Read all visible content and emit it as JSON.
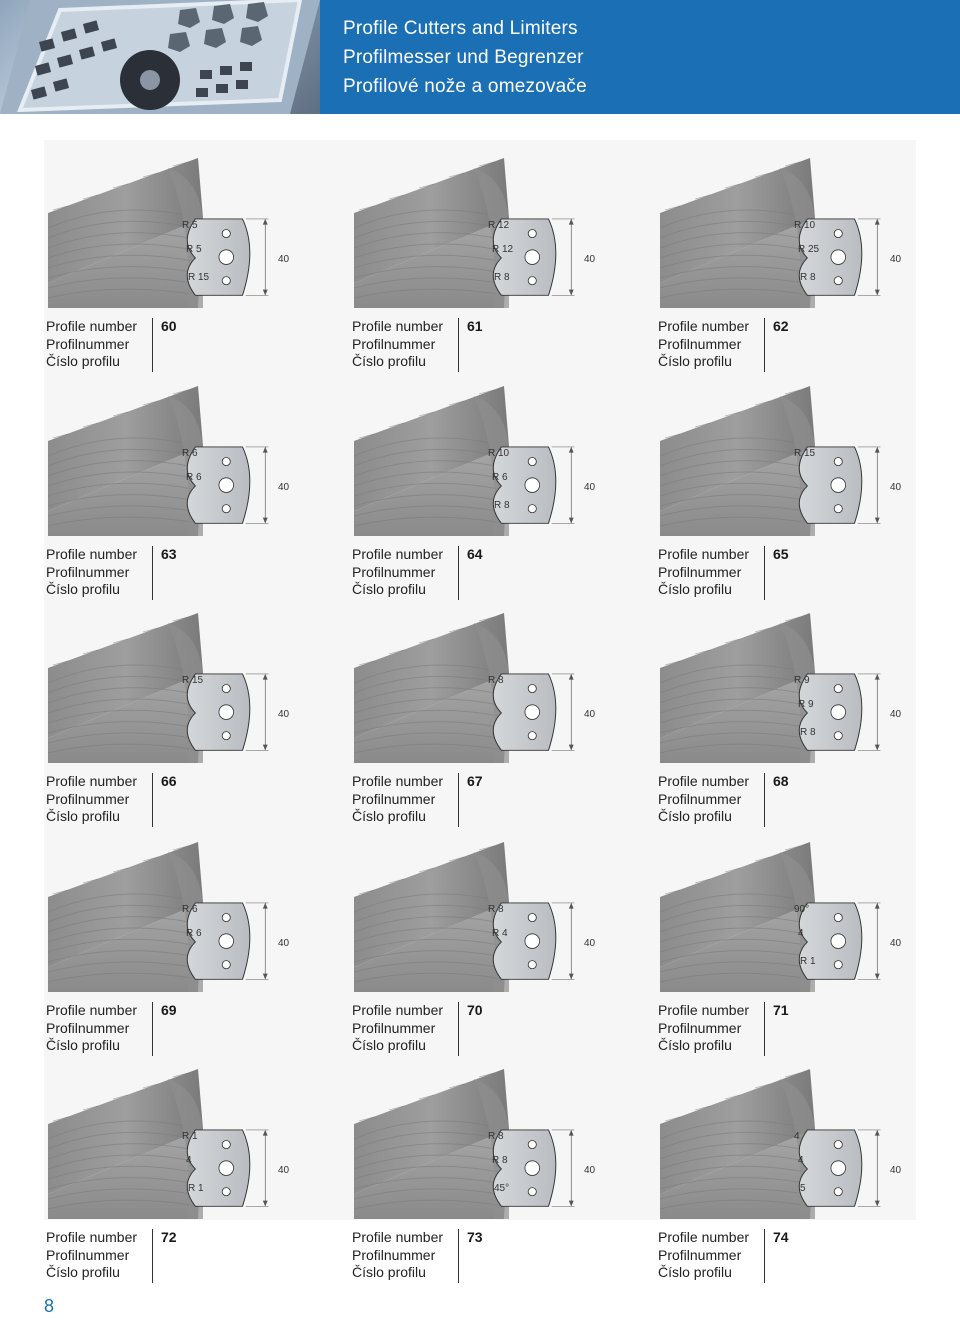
{
  "header": {
    "title_en": "Profile Cutters and Limiters",
    "title_de": "Profilmesser und Begrenzer",
    "title_cs": "Profilové nože a omezovače"
  },
  "caption": {
    "line1": "Profile number",
    "line2": "Profilnummer",
    "line3": "Číslo profilu"
  },
  "height_dim": "40",
  "profiles": [
    {
      "number": "60",
      "radii": [
        "R 5",
        "R 5",
        "R 15"
      ]
    },
    {
      "number": "61",
      "radii": [
        "R 12",
        "R 12",
        "R 8"
      ]
    },
    {
      "number": "62",
      "radii": [
        "R 10",
        "R 25",
        "R 8"
      ]
    },
    {
      "number": "63",
      "radii": [
        "R 6",
        "R 6"
      ]
    },
    {
      "number": "64",
      "radii": [
        "R 10",
        "R 6",
        "R 8"
      ]
    },
    {
      "number": "65",
      "radii": [
        "R 15"
      ]
    },
    {
      "number": "66",
      "radii": [
        "R 15"
      ]
    },
    {
      "number": "67",
      "radii": [
        "R 8"
      ]
    },
    {
      "number": "68",
      "radii": [
        "R 9",
        "R 9",
        "R 8"
      ]
    },
    {
      "number": "69",
      "radii": [
        "R 6",
        "R 6"
      ]
    },
    {
      "number": "70",
      "radii": [
        "R 8",
        "R 4"
      ]
    },
    {
      "number": "71",
      "radii": [
        "90°",
        "4",
        "R 1"
      ]
    },
    {
      "number": "72",
      "radii": [
        "R 1",
        "4",
        "R 1"
      ]
    },
    {
      "number": "73",
      "radii": [
        "R 8",
        "R 8",
        "45°"
      ]
    },
    {
      "number": "74",
      "radii": [
        "4",
        "4",
        "5"
      ]
    }
  ],
  "page_number": "8"
}
